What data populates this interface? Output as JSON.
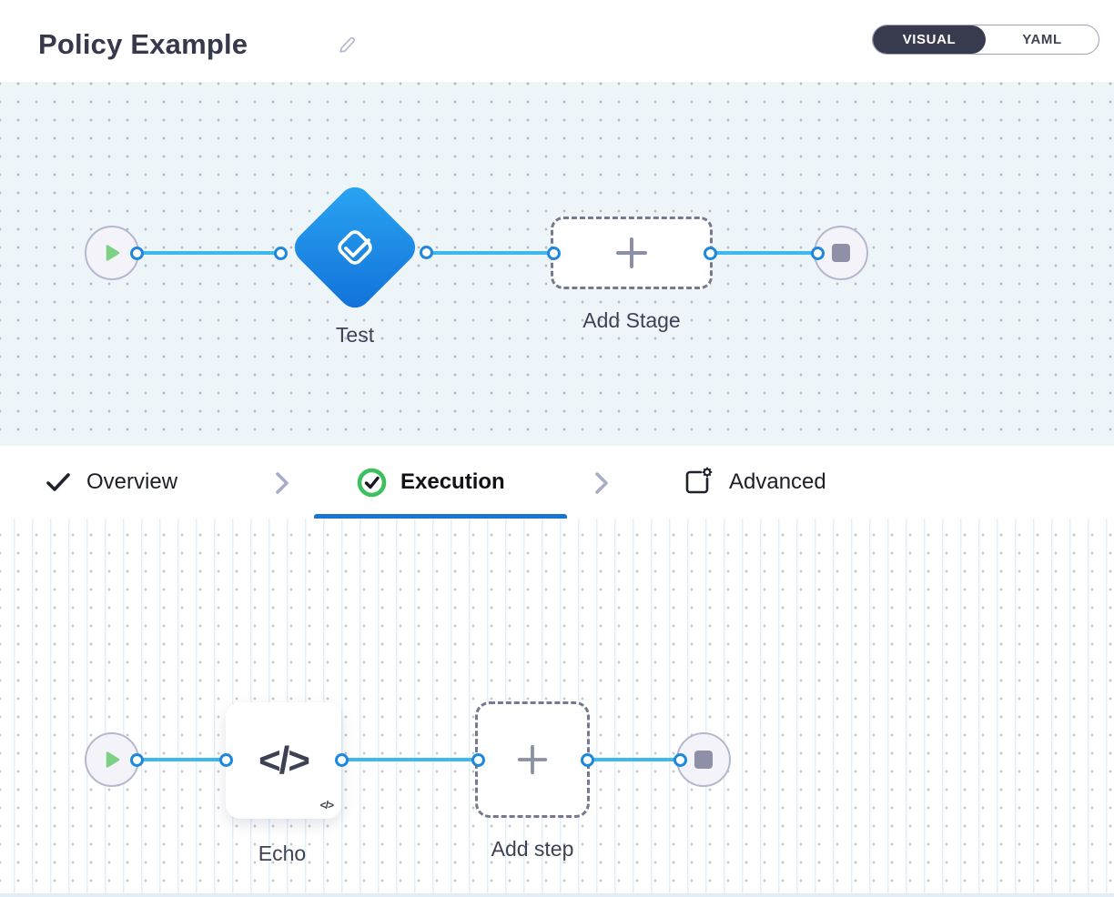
{
  "header": {
    "title": "Policy Example",
    "view_toggle": {
      "options": [
        {
          "label": "VISUAL",
          "active": true
        },
        {
          "label": "YAML",
          "active": false
        }
      ]
    }
  },
  "stage_pipeline": {
    "stage_label": "Test",
    "add_stage_label": "Add Stage"
  },
  "tabs": {
    "items": [
      {
        "label": "Overview",
        "icon": "check-icon",
        "state": "complete"
      },
      {
        "label": "Execution",
        "icon": "check-circle-icon",
        "state": "active"
      },
      {
        "label": "Advanced",
        "icon": "advanced-settings-icon",
        "state": "default"
      }
    ]
  },
  "step_pipeline": {
    "step_label": "Echo",
    "add_step_label": "Add step",
    "code_icon": "</>",
    "code_badge": "</>"
  },
  "icons": {
    "edit": "pencil-icon",
    "start": "play-icon",
    "end": "stop-icon",
    "add": "plus-icon",
    "stage": "shell-script-check-icon",
    "step": "code-icon"
  },
  "colors": {
    "accent_blue": "#1a76d2",
    "connector_blue": "#3fb7ef",
    "port_ring": "#1e88dd",
    "stage_gradient_start": "#2ba6f3",
    "stage_gradient_end": "#1170d8",
    "success_green": "#3ec05f",
    "play_green": "#7cd184",
    "toggle_dark": "#383b4e",
    "canvas_top_bg": "#eef5f9",
    "canvas_bottom_bg": "#ffffff"
  }
}
